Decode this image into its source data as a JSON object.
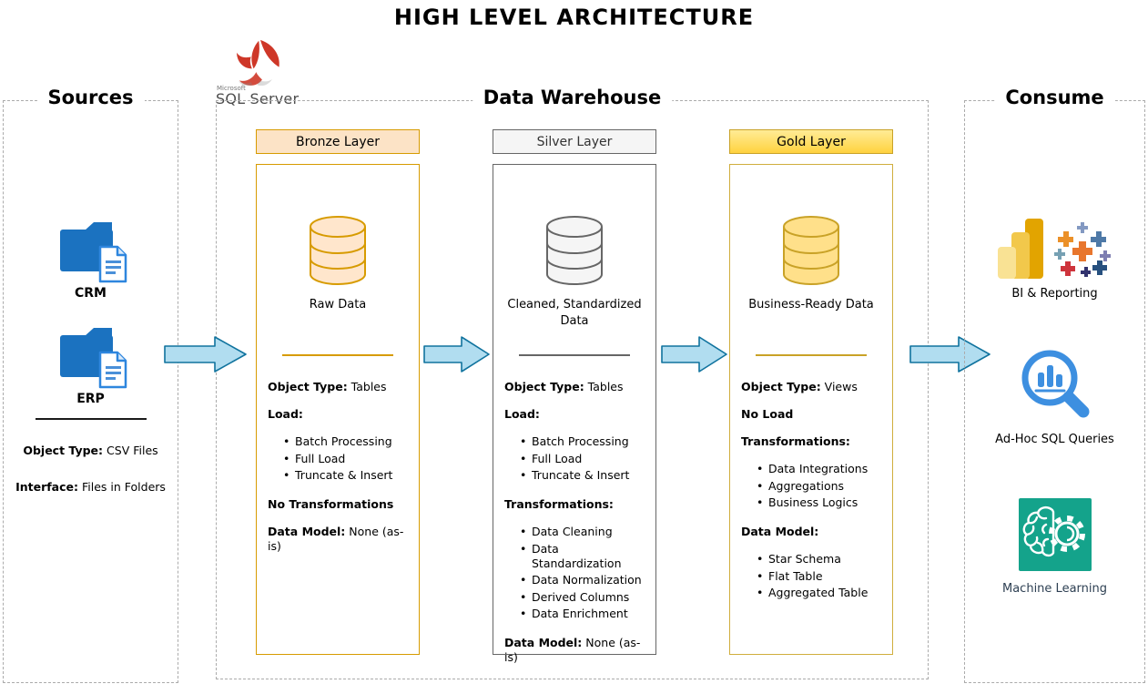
{
  "title": "HIGH LEVEL ARCHITECTURE",
  "sql_server": {
    "vendor": "Microsoft",
    "product": "SQL Server"
  },
  "sources": {
    "label": "Sources",
    "systems": [
      {
        "name": "CRM"
      },
      {
        "name": "ERP"
      }
    ],
    "attributes": [
      {
        "key": "Object Type:",
        "value": "CSV Files"
      },
      {
        "key": "Interface:",
        "value": "Files in Folders"
      }
    ]
  },
  "warehouse": {
    "label": "Data Warehouse",
    "layers": [
      {
        "header": "Bronze Layer",
        "db_label": "Raw Data",
        "accent": "#D79B00",
        "fill": "#FFE6CC",
        "rows": [
          {
            "t": "kv",
            "k": "Object Type:",
            "v": "Tables"
          },
          {
            "t": "h",
            "k": "Load:"
          },
          {
            "t": "ul",
            "items": [
              "Batch Processing",
              "Full Load",
              "Truncate & Insert"
            ]
          },
          {
            "t": "h",
            "k": "No Transformations"
          },
          {
            "t": "kv",
            "k": "Data Model:",
            "v": "None (as-is)"
          }
        ]
      },
      {
        "header": "Silver Layer",
        "db_label": "Cleaned, Standardized Data",
        "accent": "#666666",
        "fill": "#F5F5F5",
        "rows": [
          {
            "t": "kv",
            "k": "Object Type:",
            "v": "Tables"
          },
          {
            "t": "h",
            "k": "Load:"
          },
          {
            "t": "ul",
            "items": [
              "Batch Processing",
              "Full Load",
              "Truncate & Insert"
            ]
          },
          {
            "t": "h",
            "k": "Transformations:"
          },
          {
            "t": "ul",
            "items": [
              "Data Cleaning",
              "Data Standardization",
              "Data Normalization",
              "Derived Columns",
              "Data Enrichment"
            ]
          },
          {
            "t": "kv",
            "k": "Data Model:",
            "v": "None (as-is)"
          }
        ]
      },
      {
        "header": "Gold Layer",
        "db_label": "Business-Ready Data",
        "accent": "#C9A227",
        "fill": "#FFE08A",
        "rows": [
          {
            "t": "kv",
            "k": "Object Type:",
            "v": "Views"
          },
          {
            "t": "h",
            "k": "No Load"
          },
          {
            "t": "h",
            "k": "Transformations:"
          },
          {
            "t": "ul",
            "items": [
              "Data Integrations",
              "Aggregations",
              "Business Logics"
            ]
          },
          {
            "t": "h",
            "k": "Data Model:"
          },
          {
            "t": "ul",
            "items": [
              "Star Schema",
              "Flat Table",
              "Aggregated Table"
            ]
          }
        ]
      }
    ]
  },
  "consume": {
    "label": "Consume",
    "items": [
      {
        "label": "BI & Reporting",
        "icons": [
          "power-bi-icon",
          "tableau-icon"
        ]
      },
      {
        "label": "Ad-Hoc SQL Queries",
        "icons": [
          "sql-query-magnifier-icon"
        ],
        "color": "#3D8FE0"
      },
      {
        "label": "Machine Learning",
        "icons": [
          "machine-learning-brain-gear-icon"
        ],
        "color": "#14A38B",
        "label_color": "#2E4053"
      }
    ]
  },
  "flow": {
    "arrow_fill": "#B1DDF0",
    "arrow_stroke": "#10739E"
  }
}
